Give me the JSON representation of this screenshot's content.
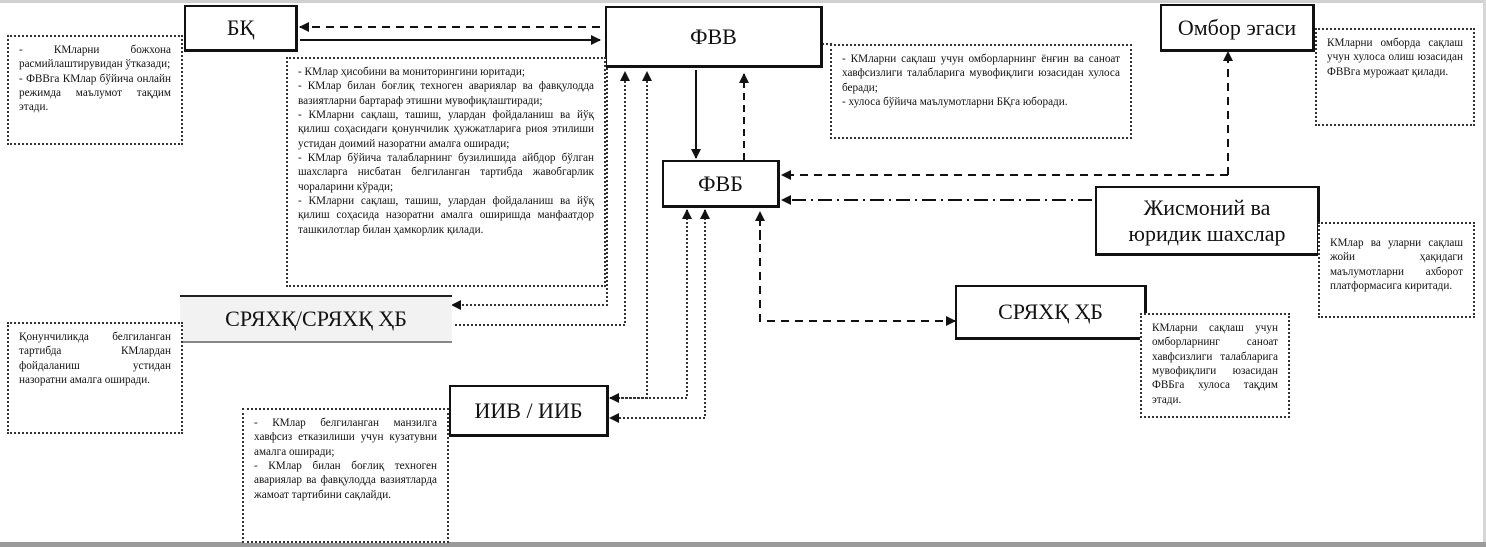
{
  "diagram": {
    "nodes": {
      "bk": "БҚ",
      "fvv": "ФВВ",
      "ombor": "Омбор эгаси",
      "fvb": "ФВБ",
      "jismoniy": "Жисмоний ва юридик шахслар",
      "sryahq": "СРЯХҚ/СРЯХҚ ҲБ",
      "sryahq_hb": "СРЯХҚ ҲБ",
      "iiv": "ИИВ / ИИБ"
    },
    "notes": {
      "bk": [
        "- КМларни божхона расмийлаштирувидан ўтказади;",
        "- ФВВга КМлар бўйича онлайн режимда маълумот тақдим этади."
      ],
      "fvv_center": [
        "- КМлар ҳисобини ва мониторингини юритади;",
        "- КМлар билан боғлиқ техноген авариялар ва фавқулодда вазиятларни бартараф этишни мувофиқлаштиради;",
        "- КМларни сақлаш, ташиш, улардан фойдаланиш ва йўқ қилиш соҳасидаги қонунчилик ҳужжатларига риоя этилиши устидан доимий назоратни амалга оширади;",
        "- КМлар бўйича талабларнинг бузилишида айбдор бўлган шахсларга нисбатан белгиланган тартибда жавобгарлик чораларини кўради;",
        "- КМларни сақлаш, ташиш, улардан фойдаланиш ва йўқ қилиш соҳасида назоратни амалга оширишда манфаатдор ташкилотлар билан ҳамкорлик қилади."
      ],
      "fvv_right": [
        "- КМларни сақлаш учун омборларнинг ёнғин ва саноат хавфсизлиги талабларига мувофиқлиги юзасидан хулоса беради;",
        "- хулоса бўйича маълумотларни БҚга юборади."
      ],
      "ombor": [
        "КМларни омборда сақлаш учун хулоса олиш юзасидан ФВВга мурожаат қилади."
      ],
      "jismoniy": [
        "КМлар ва уларни сақлаш жойи ҳақидаги маълумотларни ахборот платформасига киритади."
      ],
      "sryahq_hb": [
        "КМларни сақлаш учун омборларнинг саноат хавфсизлиги талабларига мувофиқлиги юзасидан ФВБга хулоса тақдим этади."
      ],
      "sryahq": [
        "Қонунчиликда белгиланган тартибда КМлардан фойдаланиш устидан назоратни амалга оширади."
      ],
      "iiv": [
        "- КМлар белгиланган манзилга хавфсиз етказилиши учун кузатувни амалга оширади;",
        "- КМлар билан боғлиқ техноген авариялар ва фавқулодда вазиятларда жамоат тартибини сақлайди."
      ]
    }
  }
}
